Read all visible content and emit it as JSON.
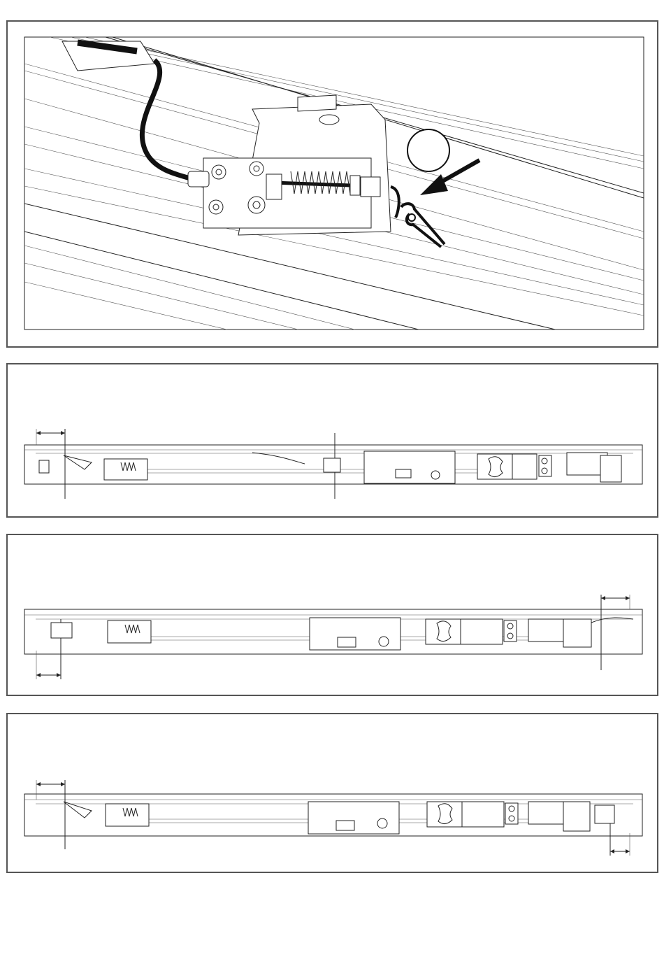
{
  "figure": {
    "panels": [
      {
        "id": "detail",
        "label": "",
        "callout": ""
      },
      {
        "id": "rail-1",
        "label": ""
      },
      {
        "id": "rail-2",
        "label": ""
      },
      {
        "id": "rail-3",
        "label": ""
      }
    ]
  },
  "icons": [
    "arrow-icon",
    "pliers-icon",
    "spring-icon",
    "bolt-icon"
  ]
}
